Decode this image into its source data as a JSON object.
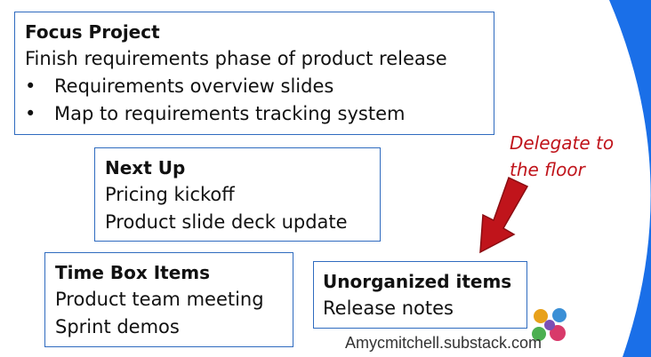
{
  "focus": {
    "title": "Focus Project",
    "subtitle": "Finish requirements phase of product release",
    "bullets": [
      "Requirements overview slides",
      "Map to requirements tracking system"
    ]
  },
  "next_up": {
    "title": "Next Up",
    "items": [
      "Pricing kickoff",
      "Product slide deck update"
    ]
  },
  "time_box": {
    "title": "Time Box Items",
    "items": [
      "Product team meeting",
      "Sprint demos"
    ]
  },
  "unorganized": {
    "title": "Unorganized items",
    "items": [
      "Release notes"
    ]
  },
  "annotation": {
    "line1": "Delegate to",
    "line2": "the floor"
  },
  "footer": {
    "site": "Amycmitchell.substack.com"
  },
  "colors": {
    "accent_blue": "#1a6fe8",
    "border_blue": "#2f6bbf",
    "arrow_red": "#c0141b"
  },
  "icons": {
    "arrow": "down-left-arrow",
    "logo": "colorful-hands-logo"
  }
}
